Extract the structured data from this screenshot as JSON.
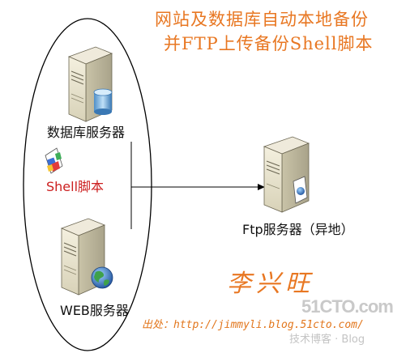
{
  "title": {
    "line1": "网站及数据库自动本地备份",
    "line2": "并FTP上传备份Shell脚本"
  },
  "nodes": {
    "db_server": {
      "label": "数据库服务器"
    },
    "web_server": {
      "label": "WEB服务器"
    },
    "ftp_server": {
      "label": "Ftp服务器（异地）"
    },
    "shell_script": {
      "label": "Shell脚本"
    }
  },
  "signature": "李兴旺",
  "source": "出处：http://jimmyli.blog.51cto.com/",
  "watermark": {
    "logo": "51CTO.com",
    "sub": "技术博客 · Blog"
  },
  "colors": {
    "title": "#e87722",
    "shell_label": "#cc1f1f",
    "server_body": "#e9e4d0",
    "line": "#000000"
  }
}
